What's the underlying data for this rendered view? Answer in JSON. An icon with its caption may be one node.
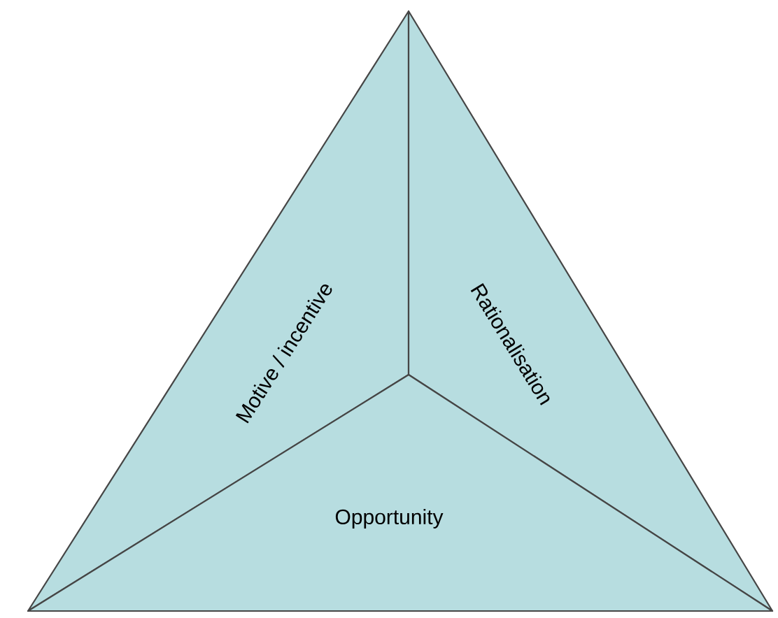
{
  "diagram": {
    "nodes": [
      {
        "text": [
          "Motive / incentive"
        ]
      },
      {
        "text": [
          "Rationalisation"
        ]
      },
      {
        "text": [
          "Opportunity"
        ]
      }
    ]
  }
}
